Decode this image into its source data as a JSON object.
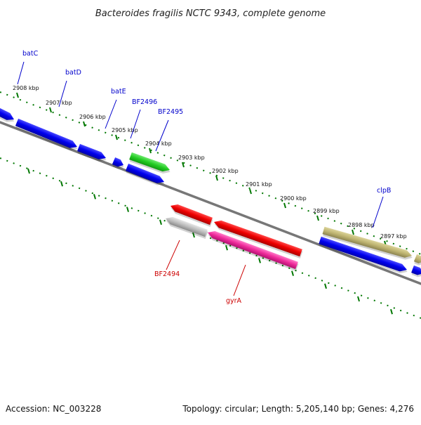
{
  "title": "Bacteroides fragilis NCTC 9343, complete genome",
  "footer": {
    "accession": "Accession: NC_003228",
    "summary": "Topology: circular; Length: 5,205,140 bp; Genes: 4,276"
  },
  "colors": {
    "forward_label": "#0000cc",
    "reverse_label": "#cc0000",
    "backbone": "#777777",
    "tick": "#007700"
  },
  "ticks": [
    "2908 kbp",
    "2907 kbp",
    "2906 kbp",
    "2905 kbp",
    "2904 kbp",
    "2903 kbp",
    "2902 kbp",
    "2901 kbp",
    "2900 kbp",
    "2899 kbp",
    "2898 kbp",
    "2897 kbp"
  ],
  "genes": [
    {
      "name": "",
      "strand": "+",
      "color": "blue"
    },
    {
      "name": "batC",
      "strand": "+",
      "color": "blue"
    },
    {
      "name": "batD",
      "strand": "+",
      "color": "blue"
    },
    {
      "name": "batE",
      "strand": "+",
      "color": "blue"
    },
    {
      "name": "BF2496",
      "strand": "+",
      "color": "green"
    },
    {
      "name": "BF2495",
      "strand": "+",
      "color": "blue"
    },
    {
      "name": "",
      "strand": "-",
      "color": "red"
    },
    {
      "name": "BF2494",
      "strand": "-",
      "color": "gray"
    },
    {
      "name": "",
      "strand": "-",
      "color": "red"
    },
    {
      "name": "gyrA",
      "strand": "-",
      "color": "pink"
    },
    {
      "name": "clpB",
      "strand": "+",
      "color": "olive"
    },
    {
      "name": "",
      "strand": "+",
      "color": "blue"
    },
    {
      "name": "",
      "strand": "+",
      "color": "olive"
    },
    {
      "name": "",
      "strand": "+",
      "color": "blue"
    }
  ]
}
